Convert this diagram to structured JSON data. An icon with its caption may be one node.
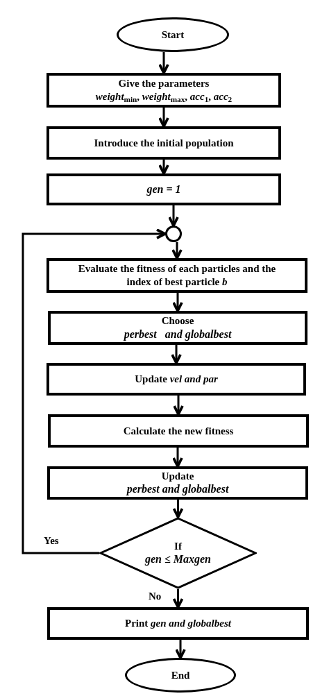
{
  "diagram": {
    "nodes": [
      {
        "text": [
          "Start"
        ]
      },
      {
        "text": [
          "Give the parameters",
          "*weight*$_{min}$, *weight*$_{max}$, *acc*$_{1}$, *acc*$_{2}$"
        ]
      },
      {
        "text": [
          "Introduce the initial population"
        ]
      },
      {
        "text": [
          "gen = 1"
        ]
      },
      {
        "text": [],
        "shape": "circle"
      },
      {
        "text": [
          "Evaluate the fitness of each particles and the index of best particle *b*"
        ]
      },
      {
        "text": [
          "Choose",
          "perbest   and globalbest"
        ]
      },
      {
        "text": [
          "Update *vel and par*"
        ]
      },
      {
        "text": [
          "Calculate the new fitness"
        ]
      },
      {
        "text": [
          "Update",
          "perbest and globalbest"
        ]
      },
      {
        "text": [
          "If",
          "gen ≤ Maxgen"
        ]
      },
      {
        "text": [
          "Print *gen and globalbest*"
        ]
      },
      {
        "text": [
          "End"
        ]
      }
    ],
    "edges": [
      {
        "from": 0,
        "to": 1,
        "arrow": "to"
      },
      {
        "from": 1,
        "to": 2,
        "arrow": "to"
      },
      {
        "from": 2,
        "to": 3,
        "arrow": "to"
      },
      {
        "from": 3,
        "to": 4,
        "arrow": "to"
      },
      {
        "from": 4,
        "to": 5,
        "arrow": "to"
      },
      {
        "from": 5,
        "to": 6,
        "arrow": "to"
      },
      {
        "from": 6,
        "to": 7,
        "arrow": "to"
      },
      {
        "from": 7,
        "to": 8,
        "arrow": "to"
      },
      {
        "from": 8,
        "to": 9,
        "arrow": "to"
      },
      {
        "from": 9,
        "to": 10,
        "arrow": "to"
      },
      {
        "from": 10,
        "to": 4,
        "arrow": "to",
        "label": "Yes"
      },
      {
        "from": 10,
        "to": 11,
        "arrow": "to",
        "label": "No"
      },
      {
        "from": 11,
        "to": 12,
        "arrow": "to"
      }
    ]
  }
}
